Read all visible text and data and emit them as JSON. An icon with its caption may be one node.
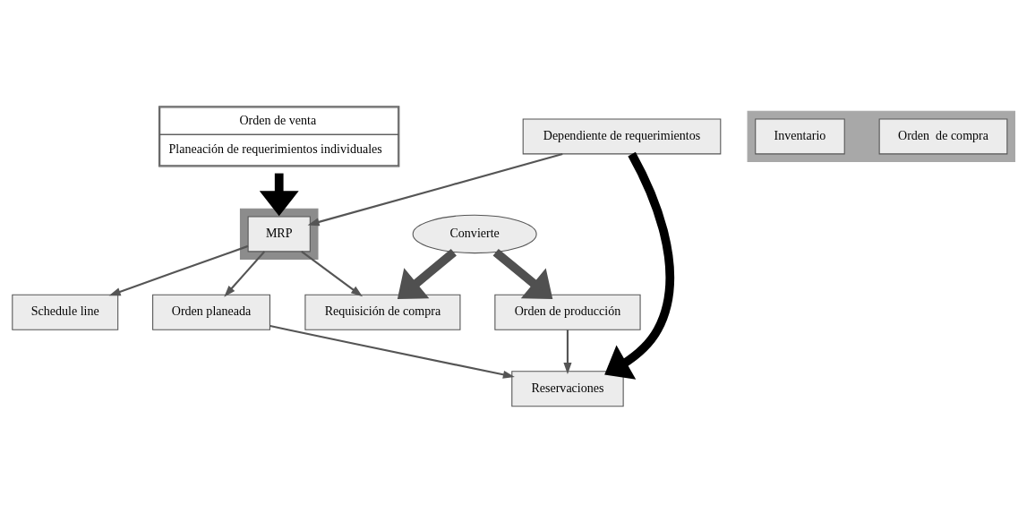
{
  "diagram": {
    "nodes": [
      {
        "text": [
          "Dependiente de requerimientos"
        ]
      },
      {
        "text": [],
        "shape": "box"
      },
      {
        "text": [
          "MRP"
        ],
        "in": 1
      },
      {
        "text": [
          "Orden de venta",
          "Planeación de requerimientos individuales"
        ]
      },
      {
        "text": [
          "Reservaciones"
        ]
      },
      {
        "text": [
          "Orden planeada"
        ]
      },
      {
        "text": [
          "Convierte"
        ]
      },
      {
        "text": [
          "Orden de producción"
        ]
      },
      {
        "text": [
          "Requisición de compra"
        ]
      },
      {
        "text": [
          "Schedule line"
        ]
      },
      {
        "text": [],
        "shape": "box"
      },
      {
        "text": [
          "Orden  de compra"
        ],
        "in": 10
      },
      {
        "text": [
          "Inventario"
        ],
        "in": 10
      }
    ],
    "edges": [
      {
        "from": 0,
        "to": 2,
        "arrow": "to"
      },
      {
        "from": 3,
        "to": 1,
        "arrow": "to",
        "style": "thick",
        "color": "#000000"
      },
      {
        "from": 0,
        "to": 4,
        "arrow": "to",
        "style": "thick",
        "color": "#000000"
      },
      {
        "from": 2,
        "to": 5,
        "arrow": "to"
      },
      {
        "from": 5,
        "to": 4,
        "arrow": "to"
      },
      {
        "from": 2,
        "to": 8,
        "arrow": "to"
      },
      {
        "from": 2,
        "to": 9,
        "arrow": "to"
      },
      {
        "from": 7,
        "to": 4,
        "arrow": "to"
      },
      {
        "from": 6,
        "to": 7,
        "arrow": "to",
        "style": "thick"
      },
      {
        "from": 6,
        "to": 8,
        "arrow": "to",
        "style": "thick"
      }
    ]
  }
}
